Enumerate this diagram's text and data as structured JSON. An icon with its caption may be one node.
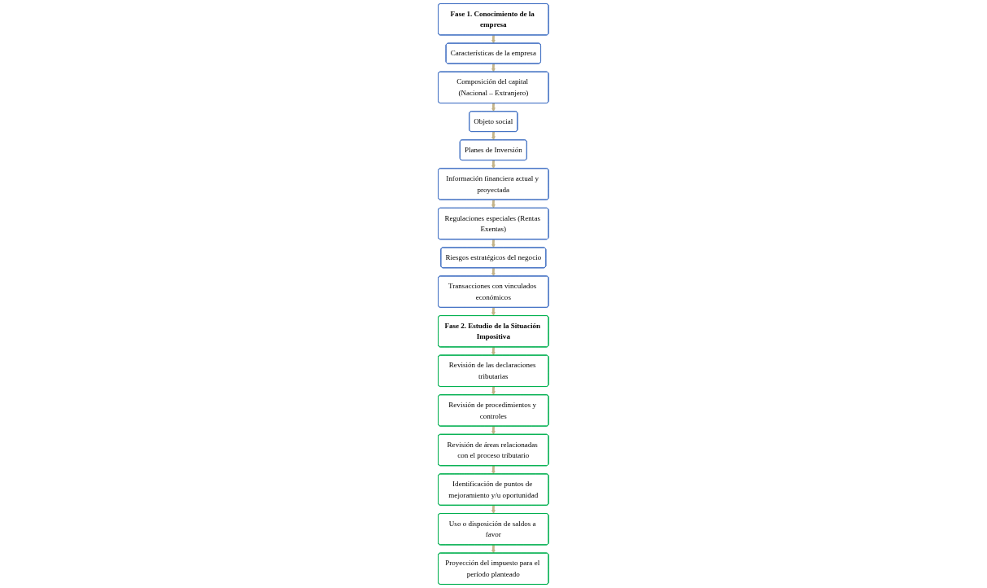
{
  "diagram": {
    "nodes": [
      {
        "text": [
          "Fase 1. Conocimiento de la empresa"
        ]
      },
      {
        "text": [
          "Características de la empresa"
        ]
      },
      {
        "text": [
          "Composición del capital (Nacional – Extranjero)"
        ]
      },
      {
        "text": [
          "Objeto social"
        ]
      },
      {
        "text": [
          "Planes de Inversión"
        ]
      },
      {
        "text": [
          "Información financiera actual y proyectada"
        ]
      },
      {
        "text": [
          "Regulaciones especiales (Rentas Exentas)"
        ]
      },
      {
        "text": [
          "Riesgos estratégicos del negocio"
        ]
      },
      {
        "text": [
          "Transacciones con vinculados económicos"
        ]
      },
      {
        "text": [
          "Fase 2. Estudio de la Situación Impositiva"
        ]
      },
      {
        "text": [
          "Revisión de las declaraciones tributarias"
        ]
      },
      {
        "text": [
          "Revisión de procedimientos y controles"
        ]
      },
      {
        "text": [
          "Revisión de áreas relacionadas con el proceso tributario"
        ]
      },
      {
        "text": [
          "Identificación de puntos de mejoramiento y/u oportunidad"
        ]
      },
      {
        "text": [
          "Uso o disposición de saldos a favor"
        ]
      },
      {
        "text": [
          "Proyección del impuesto para el período planteado"
        ]
      }
    ],
    "edges": [
      {
        "from": 0,
        "to": 1,
        "arrow": "to"
      },
      {
        "from": 1,
        "to": 2,
        "arrow": "to"
      },
      {
        "from": 2,
        "to": 3,
        "arrow": "to"
      },
      {
        "from": 3,
        "to": 4,
        "arrow": "to"
      },
      {
        "from": 4,
        "to": 5,
        "arrow": "to"
      },
      {
        "from": 5,
        "to": 6,
        "arrow": "to"
      },
      {
        "from": 6,
        "to": 7,
        "arrow": "to"
      },
      {
        "from": 7,
        "to": 8,
        "arrow": "to"
      },
      {
        "from": 8,
        "to": 9,
        "arrow": "to"
      },
      {
        "from": 9,
        "to": 10,
        "arrow": "to"
      },
      {
        "from": 10,
        "to": 11,
        "arrow": "to"
      },
      {
        "from": 11,
        "to": 12,
        "arrow": "to"
      },
      {
        "from": 12,
        "to": 13,
        "arrow": "to"
      },
      {
        "from": 13,
        "to": 14,
        "arrow": "to"
      },
      {
        "from": 14,
        "to": 15,
        "arrow": "to"
      }
    ]
  }
}
